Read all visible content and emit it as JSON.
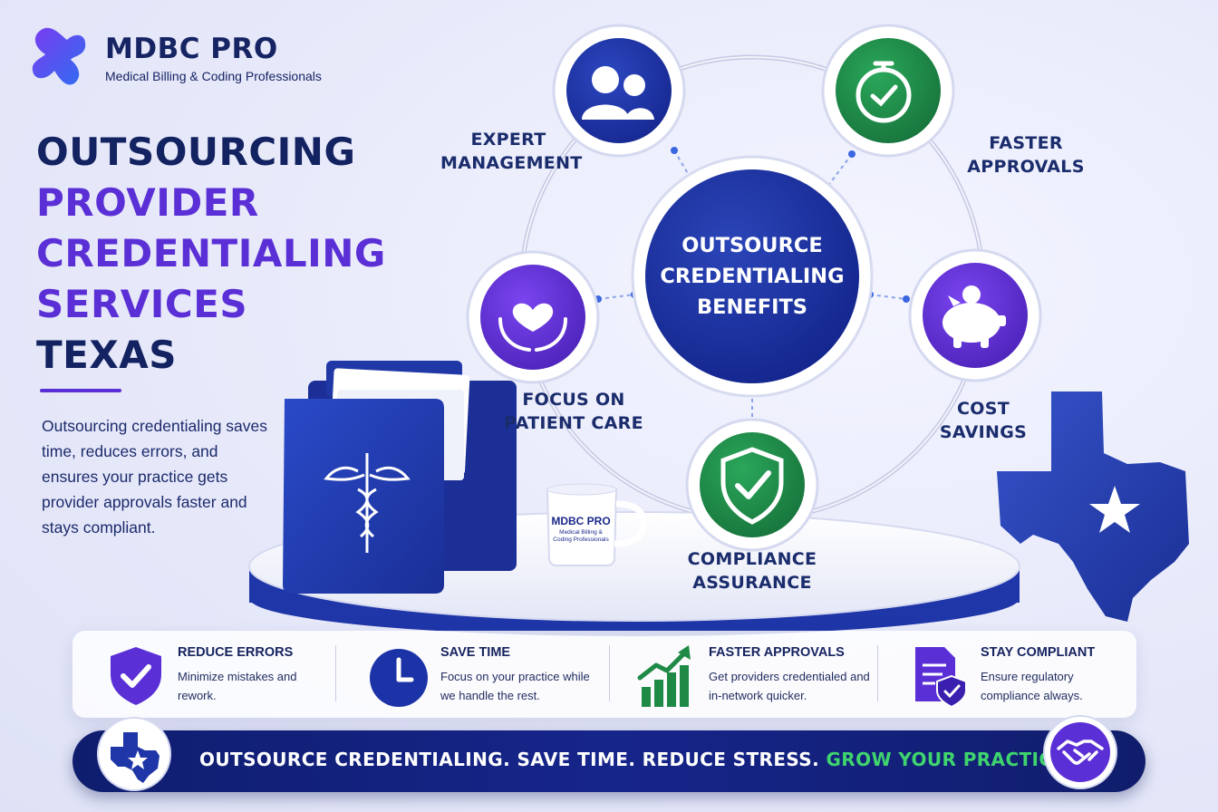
{
  "brand": {
    "name": "MDBC PRO",
    "tagline": "Medical Billing & Coding Professionals"
  },
  "headline": {
    "line1": "OUTSOURCING",
    "line2": "PROVIDER",
    "line3": "CREDENTIALING",
    "line4": "SERVICES",
    "line5": "TEXAS"
  },
  "intro": "Outsourcing credentialing saves time, reduces errors, and ensures your practice gets provider approvals faster and stays compliant.",
  "diagram": {
    "center": {
      "line1": "OUTSOURCE",
      "line2": "CREDENTIALING",
      "line3": "BENEFITS"
    },
    "nodes": [
      {
        "line1": "EXPERT",
        "line2": "MANAGEMENT",
        "icon": "users-icon"
      },
      {
        "line1": "FASTER",
        "line2": "APPROVALS",
        "icon": "stopwatch-check-icon"
      },
      {
        "line1": "COST",
        "line2": "SAVINGS",
        "icon": "piggy-bank-icon"
      },
      {
        "line1": "COMPLIANCE",
        "line2": "ASSURANCE",
        "icon": "shield-check-icon"
      },
      {
        "line1": "FOCUS ON",
        "line2": "PATIENT CARE",
        "icon": "heart-hands-icon"
      }
    ]
  },
  "mug": {
    "title": "MDBC PRO",
    "subtitle_line1": "Medical Billing &",
    "subtitle_line2": "Coding Professionals"
  },
  "features": [
    {
      "title": "REDUCE ERRORS",
      "desc": "Minimize mistakes and rework.",
      "icon": "shield-check-icon"
    },
    {
      "title": "SAVE TIME",
      "desc": "Focus on your practice while we handle the rest.",
      "icon": "clock-icon"
    },
    {
      "title": "FASTER APPROVALS",
      "desc": "Get providers credentialed and in-network quicker.",
      "icon": "growth-chart-icon"
    },
    {
      "title": "STAY COMPLIANT",
      "desc": "Ensure regulatory compliance always.",
      "icon": "document-shield-icon"
    }
  ],
  "banner": {
    "text_main": "OUTSOURCE CREDENTIALING. SAVE TIME. REDUCE STRESS.",
    "text_accent": "GROW YOUR PRACTICE."
  },
  "colors": {
    "navy": "#132260",
    "purple": "#5b2fd6",
    "royal_blue": "#1f3aa8",
    "green": "#1f8a46",
    "accent_green": "#3fd46e"
  }
}
